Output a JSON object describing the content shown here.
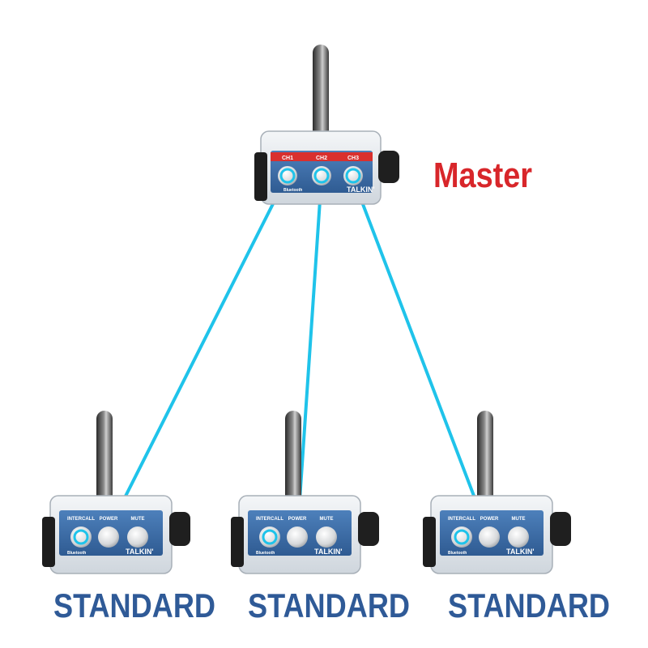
{
  "labels": {
    "master": "Master",
    "standard": [
      "STANDARD",
      "STANDARD",
      "STANDARD"
    ]
  },
  "master_device": {
    "channels": [
      "CH1",
      "CH2",
      "CH3"
    ],
    "brand": "TALKIN'",
    "bt": "Bluetooth"
  },
  "standard_device": {
    "buttons": [
      "INTERCALL",
      "POWER",
      "MUTE"
    ],
    "brand": "TALKIN'",
    "bt": "Bluetooth"
  },
  "colors": {
    "link": "#1fc3ea",
    "master_label": "#d8262a",
    "standard_label": "#2f5a97",
    "device_panel": "#3f6ea8",
    "channel_bar": "#d9302e"
  }
}
